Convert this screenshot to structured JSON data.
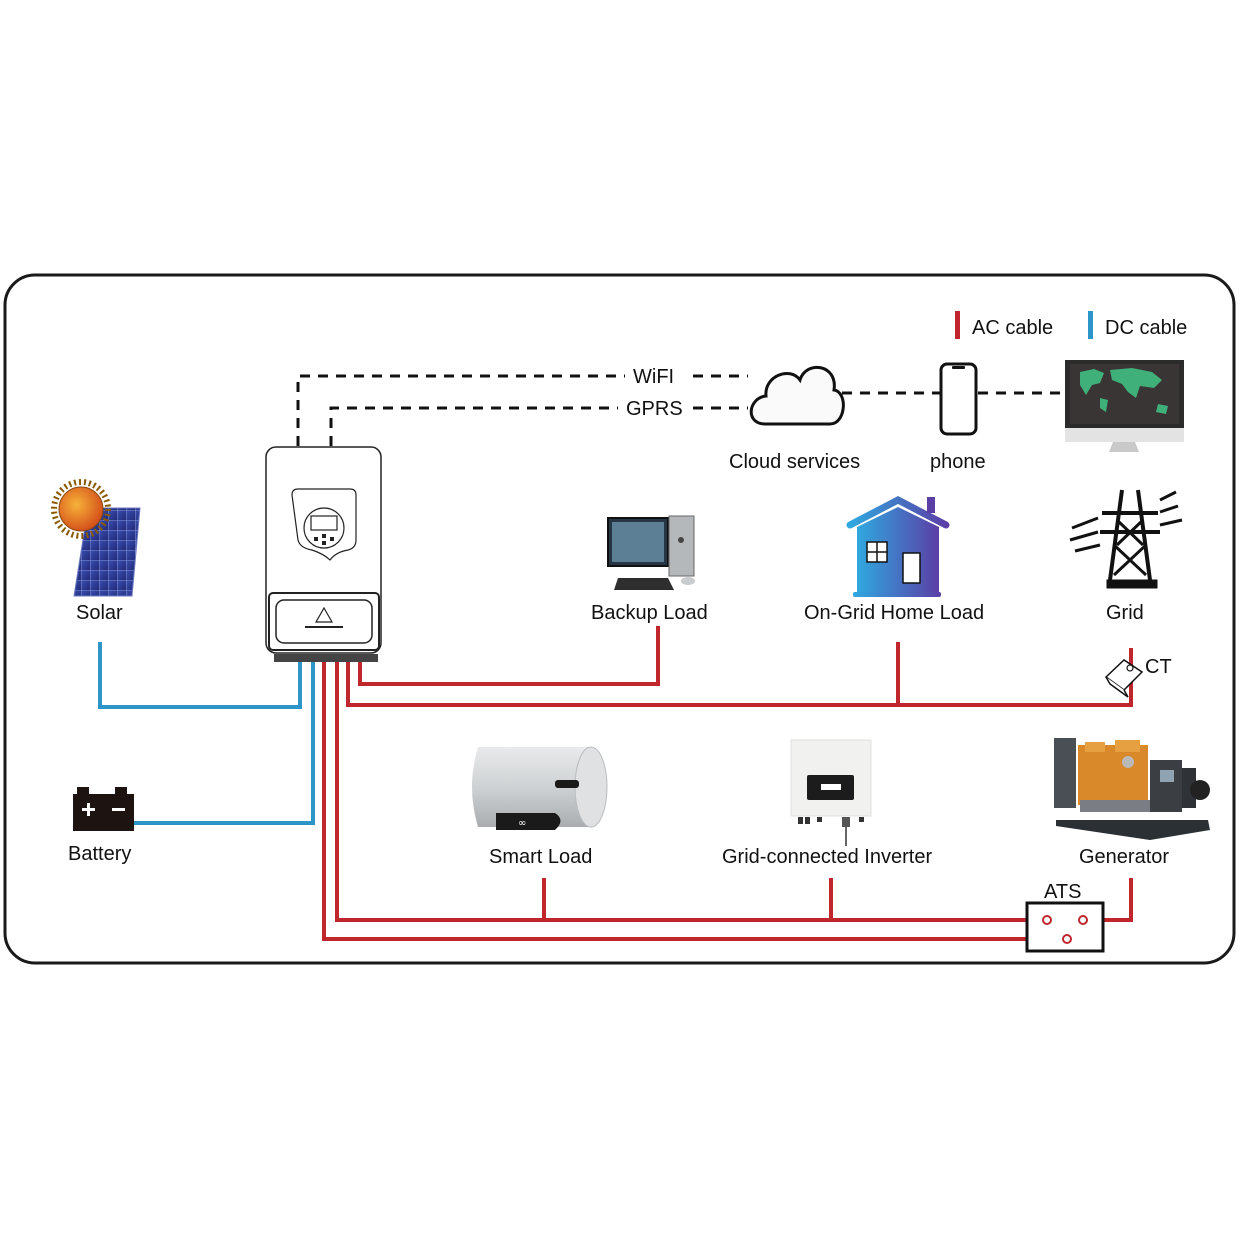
{
  "legend": {
    "ac_label": "AC cable",
    "dc_label": "DC cable",
    "ac_color": "#c0272d",
    "dc_color": "#2e95c8"
  },
  "links": {
    "wifi_label": "WiFI",
    "gprs_label": "GPRS"
  },
  "nodes": {
    "cloud": "Cloud services",
    "phone": "phone",
    "solar": "Solar",
    "battery": "Battery",
    "backup_load": "Backup Load",
    "home_load": "On-Grid Home Load",
    "grid": "Grid",
    "ct": "CT",
    "smart_load": "Smart Load",
    "grid_inverter": "Grid-connected Inverter",
    "generator": "Generator",
    "ats": "ATS"
  }
}
